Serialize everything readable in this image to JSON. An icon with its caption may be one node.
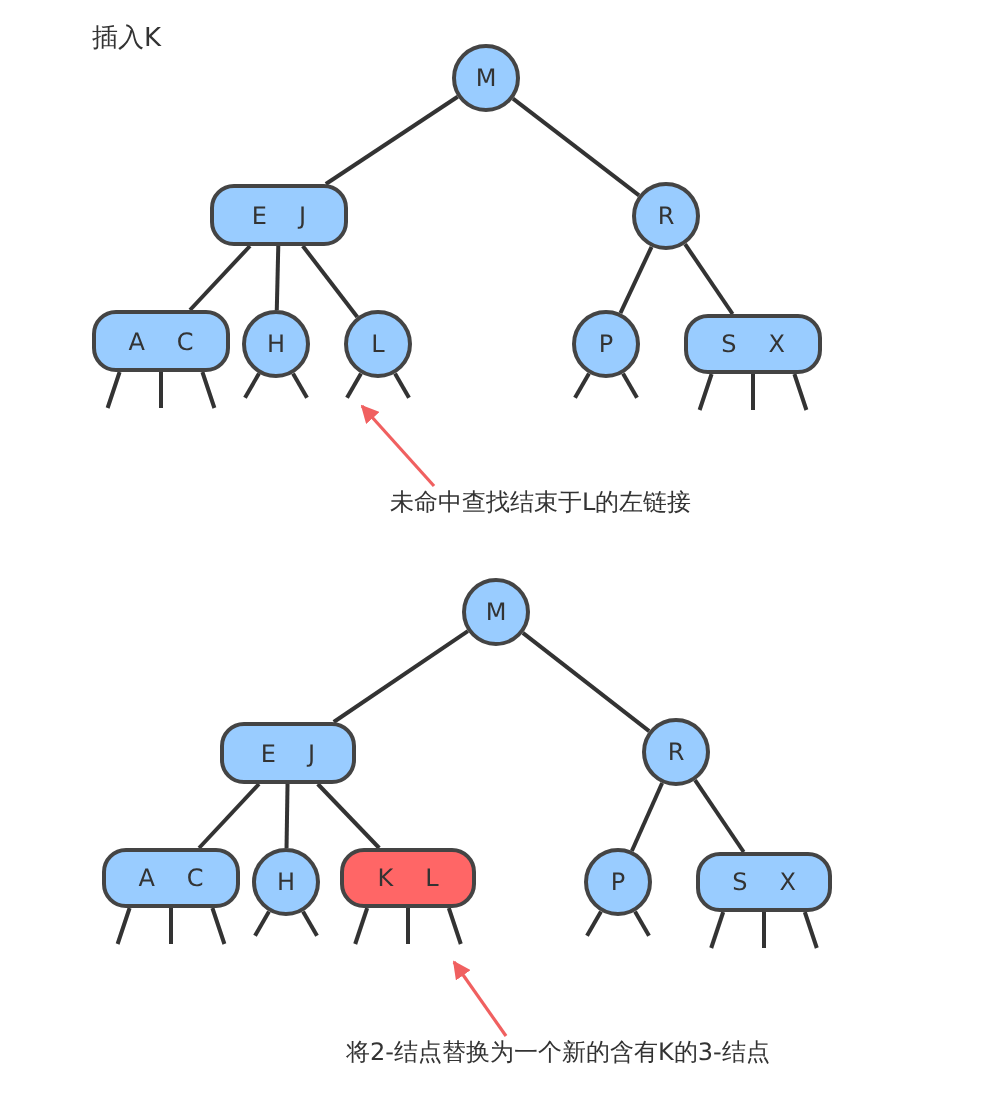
{
  "diagram": {
    "title": "插入K",
    "nodes": [
      {
        "text": [
          "M"
        ]
      },
      {
        "text": [
          "E",
          "J"
        ]
      },
      {
        "text": [
          "R"
        ]
      },
      {
        "text": [
          "A",
          "C"
        ]
      },
      {
        "text": [
          "H"
        ]
      },
      {
        "text": [
          "L"
        ]
      },
      {
        "text": [
          "P"
        ]
      },
      {
        "text": [
          "S",
          "X"
        ]
      },
      {
        "text": [
          "未命中查找结束于L的左链接"
        ]
      },
      {
        "text": [
          "M"
        ]
      },
      {
        "text": [
          "E",
          "J"
        ]
      },
      {
        "text": [
          "R"
        ]
      },
      {
        "text": [
          "A",
          "C"
        ]
      },
      {
        "text": [
          "H"
        ]
      },
      {
        "text": [
          "K",
          "L"
        ]
      },
      {
        "text": [
          "P"
        ]
      },
      {
        "text": [
          "S",
          "X"
        ]
      },
      {
        "text": [
          "将2-结点替换为一个新的含有K的3-结点"
        ]
      }
    ],
    "edges": [
      {
        "from": 0,
        "to": 1,
        "arrow": "none"
      },
      {
        "from": 0,
        "to": 2,
        "arrow": "none"
      },
      {
        "from": 1,
        "to": 3,
        "arrow": "none"
      },
      {
        "from": 1,
        "to": 4,
        "arrow": "none"
      },
      {
        "from": 1,
        "to": 5,
        "arrow": "none"
      },
      {
        "from": 2,
        "to": 6,
        "arrow": "none"
      },
      {
        "from": 2,
        "to": 7,
        "arrow": "none"
      },
      {
        "from": 3,
        "to": null,
        "arrow": "none"
      },
      {
        "from": 3,
        "to": null,
        "arrow": "none"
      },
      {
        "from": 3,
        "to": null,
        "arrow": "none"
      },
      {
        "from": 4,
        "to": null,
        "arrow": "none"
      },
      {
        "from": 4,
        "to": null,
        "arrow": "none"
      },
      {
        "from": 5,
        "to": null,
        "arrow": "none"
      },
      {
        "from": 5,
        "to": null,
        "arrow": "none"
      },
      {
        "from": 6,
        "to": null,
        "arrow": "none"
      },
      {
        "from": 6,
        "to": null,
        "arrow": "none"
      },
      {
        "from": 7,
        "to": null,
        "arrow": "none"
      },
      {
        "from": 7,
        "to": null,
        "arrow": "none"
      },
      {
        "from": 7,
        "to": null,
        "arrow": "none"
      },
      {
        "from": 8,
        "to": 5,
        "arrow": "to",
        "color": "#f06060"
      },
      {
        "from": 9,
        "to": 10,
        "arrow": "none"
      },
      {
        "from": 9,
        "to": 11,
        "arrow": "none"
      },
      {
        "from": 10,
        "to": 12,
        "arrow": "none"
      },
      {
        "from": 10,
        "to": 13,
        "arrow": "none"
      },
      {
        "from": 10,
        "to": 14,
        "arrow": "none"
      },
      {
        "from": 11,
        "to": 15,
        "arrow": "none"
      },
      {
        "from": 11,
        "to": 16,
        "arrow": "none"
      },
      {
        "from": 12,
        "to": null,
        "arrow": "none"
      },
      {
        "from": 12,
        "to": null,
        "arrow": "none"
      },
      {
        "from": 12,
        "to": null,
        "arrow": "none"
      },
      {
        "from": 13,
        "to": null,
        "arrow": "none"
      },
      {
        "from": 13,
        "to": null,
        "arrow": "none"
      },
      {
        "from": 14,
        "to": null,
        "arrow": "none"
      },
      {
        "from": 14,
        "to": null,
        "arrow": "none"
      },
      {
        "from": 14,
        "to": null,
        "arrow": "none"
      },
      {
        "from": 15,
        "to": null,
        "arrow": "none"
      },
      {
        "from": 15,
        "to": null,
        "arrow": "none"
      },
      {
        "from": 16,
        "to": null,
        "arrow": "none"
      },
      {
        "from": 16,
        "to": null,
        "arrow": "none"
      },
      {
        "from": 16,
        "to": null,
        "arrow": "none"
      },
      {
        "from": 17,
        "to": null,
        "arrow": "to",
        "color": "#f06060"
      }
    ]
  }
}
